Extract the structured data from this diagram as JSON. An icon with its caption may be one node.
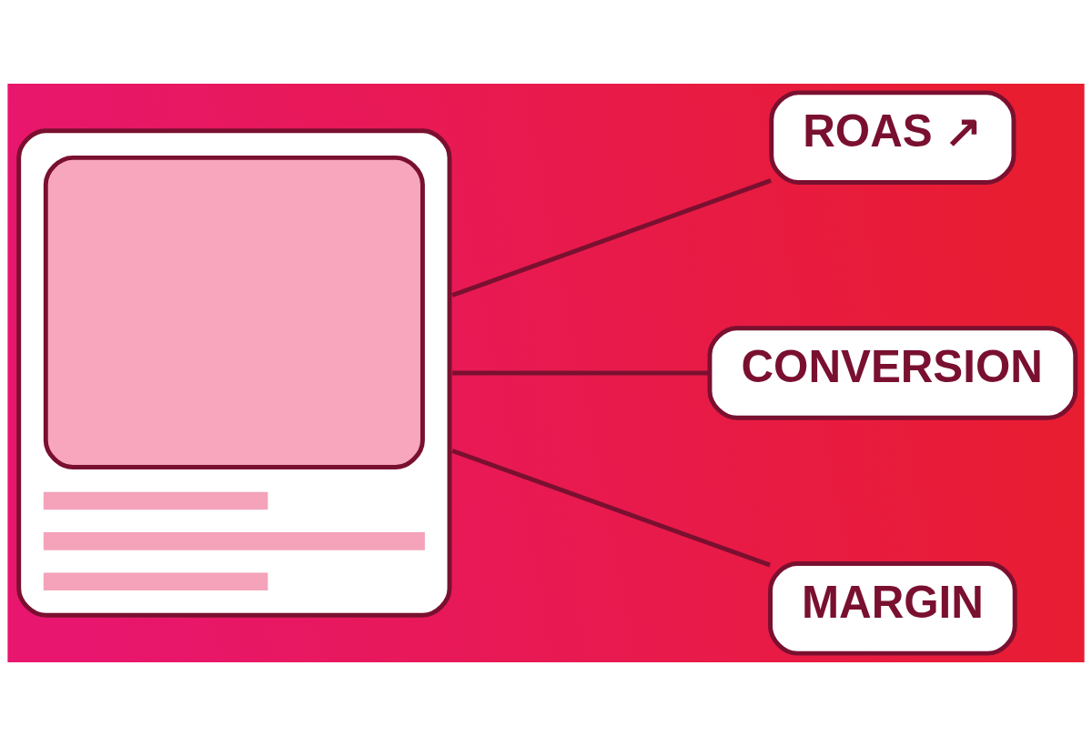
{
  "diagram": {
    "nodes": [
      {
        "text": [],
        "shape": "box"
      },
      {
        "text": [
          "ROAS ↗"
        ]
      },
      {
        "text": [
          "CONVERSION"
        ]
      },
      {
        "text": [
          "MARGIN"
        ]
      }
    ],
    "edges": [
      {
        "from": 0,
        "to": 1,
        "arrow": "none"
      },
      {
        "from": 0,
        "to": 2,
        "arrow": "none"
      },
      {
        "from": 0,
        "to": 3,
        "arrow": "none"
      }
    ]
  }
}
